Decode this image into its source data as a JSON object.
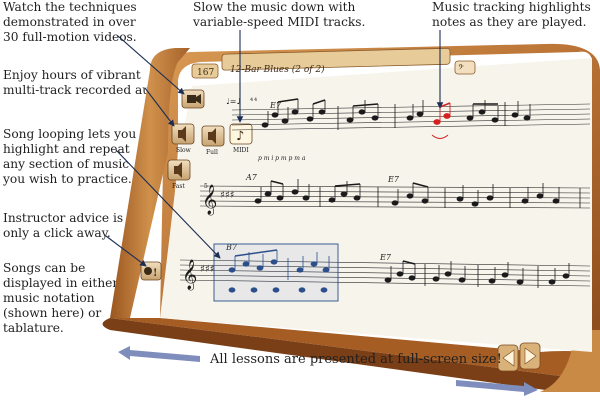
{
  "callouts": {
    "videos": [
      "Watch the techniques",
      "demonstrated in over",
      "30 full-motion videos."
    ],
    "audio": [
      "Enjoy hours of vibrant",
      "multi-track recorded audio."
    ],
    "looping": [
      "Song looping lets you",
      "highlight and repeat",
      "any section of music",
      "you wish to practice."
    ],
    "advice": [
      "Instructor advice is",
      "only a click away."
    ],
    "notation": [
      "Songs can be",
      "displayed in either",
      "music notation",
      "(shown here) or",
      "tablature."
    ],
    "midi": [
      "Slow the music down with",
      "variable-speed MIDI tracks."
    ],
    "tracking": [
      "Music tracking highlights",
      "notes as they are played."
    ]
  },
  "caption": "All lessons are presented at full-screen size!",
  "app": {
    "lesson_number": "167",
    "lesson_title": "12-Bar Blues (2 of 2)",
    "controls": {
      "slow": "Slow",
      "full": "Full",
      "midi": "MIDI",
      "fast": "Fast"
    }
  },
  "score": {
    "chords": {
      "row1": "E7",
      "row2_a": "A7",
      "row2_b": "E7",
      "row3_a": "B7",
      "row3_b": "E7"
    },
    "dynamics": "p m i p m p m a",
    "tempo_marks": [
      "4",
      "4"
    ],
    "measure_number_row2": "5"
  },
  "colors": {
    "wood_dark": "#8a4a1c",
    "wood_light": "#c98a45",
    "paper": "#f7f4ec",
    "highlight_note": "#d42020",
    "loop_box": "#2a4f8a",
    "caption_arrow": "#7f8dbd"
  }
}
